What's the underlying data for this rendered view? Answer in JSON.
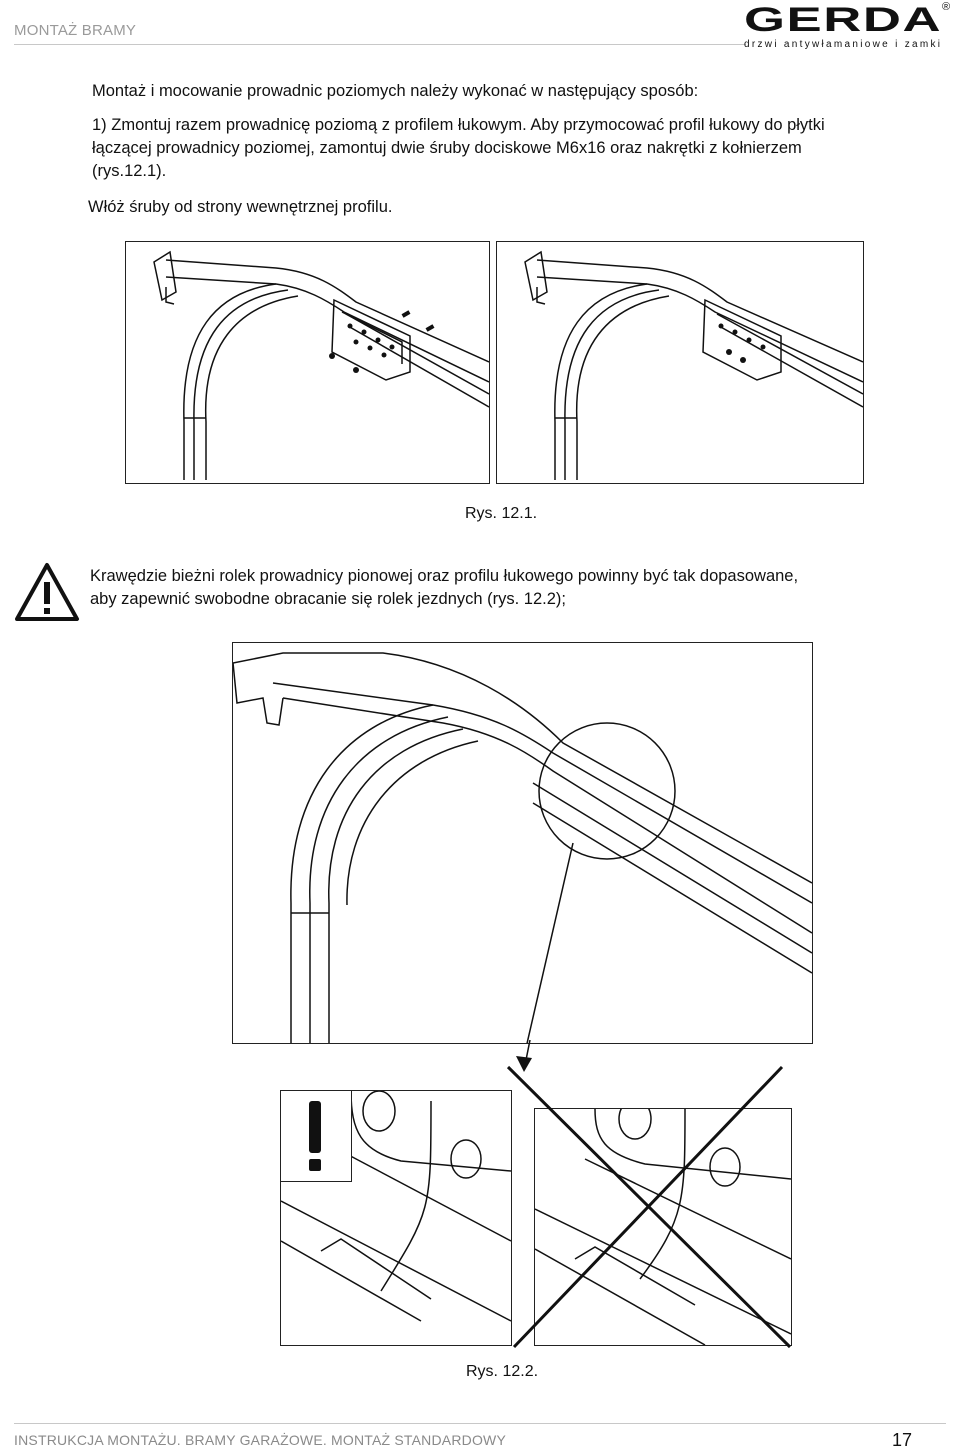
{
  "header": {
    "section": "MONTAŻ BRAMY",
    "logo_word": "GERDA",
    "logo_mark": "®",
    "logo_tagline": "drzwi antywłamaniowe i zamki"
  },
  "intro": "Montaż i mocowanie prowadnic poziomych należy wykonać w następujący sposób:",
  "step1": {
    "line1": "1) Zmontuj razem prowadnicę poziomą z profilem łukowym. Aby przymocować profil łukowy do płytki",
    "line2": "łączącej prowadnicy poziomej, zamontuj dwie śruby dociskowe M6x16 oraz nakrętki z kołnierzem",
    "line3": "(rys.12.1).",
    "note": "Włóż śruby od strony wewnętrznej profilu."
  },
  "figure1": {
    "caption": "Rys. 12.1."
  },
  "warning": {
    "icon": "warning-triangle-icon",
    "line1": "Krawędzie bieżni rolek prowadnicy pionowej oraz profilu łukowego powinny być tak dopasowane,",
    "line2": "aby zapewnić swobodne obracanie się rolek jezdnych (rys. 12.2);"
  },
  "figure2": {
    "caption": "Rys. 12.2."
  },
  "footer": {
    "left": "INSTRUKCJA MONTAŻU. BRAMY GARAŻOWE. MONTAŻ STANDARDOWY",
    "page": "17"
  }
}
